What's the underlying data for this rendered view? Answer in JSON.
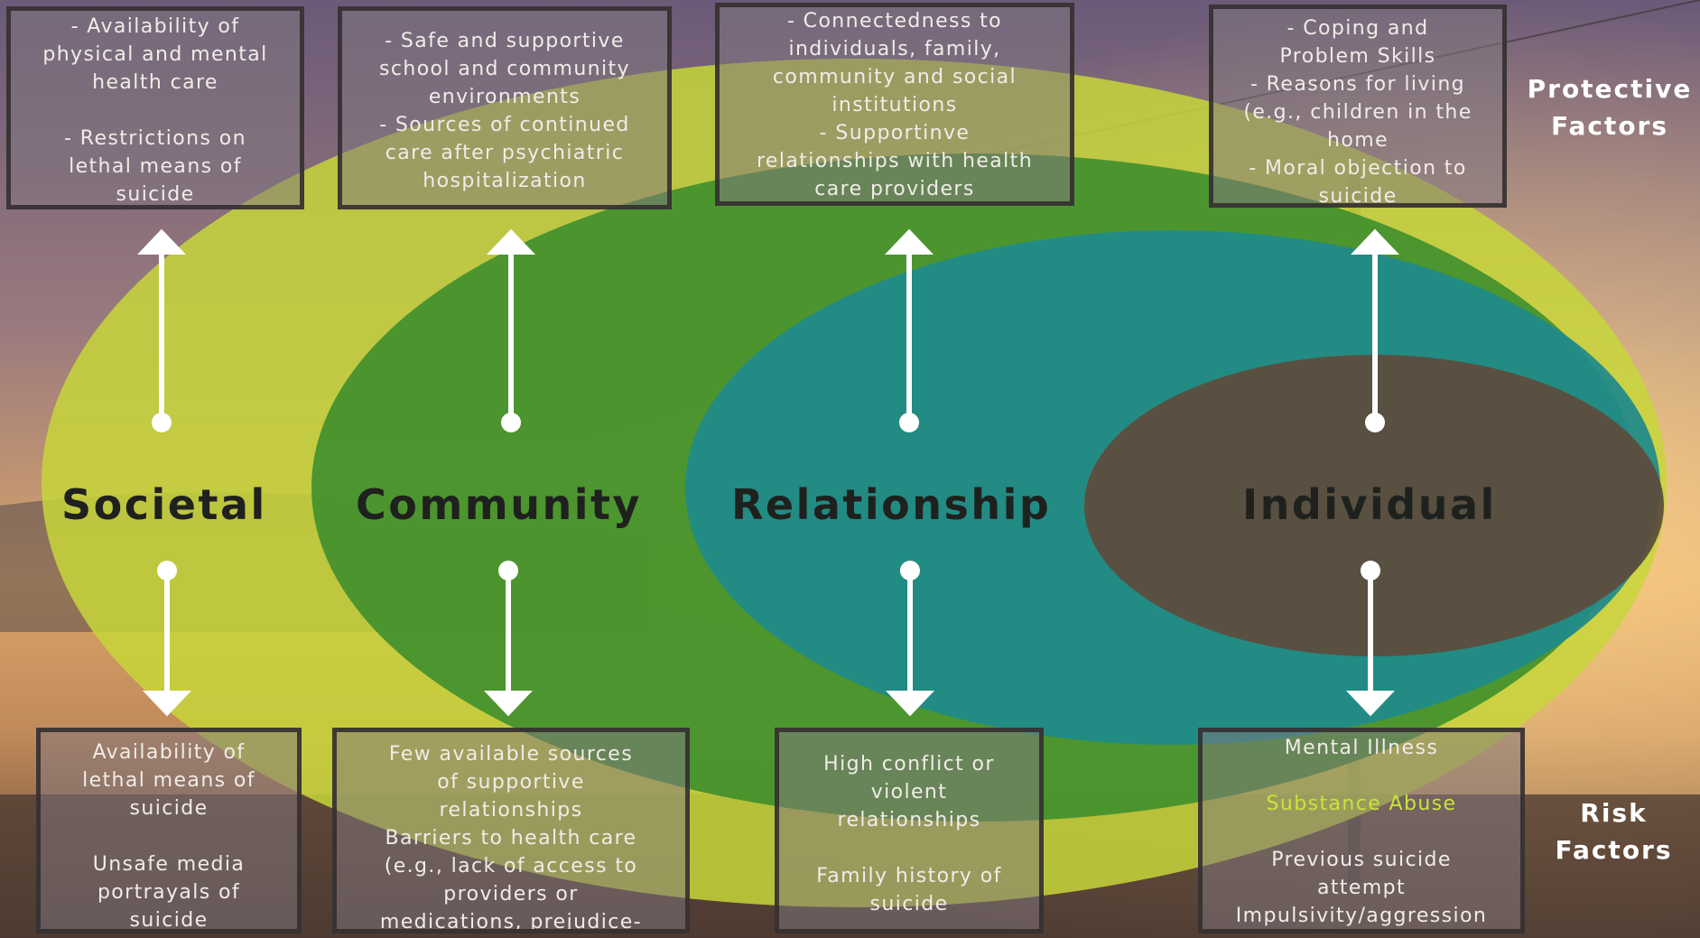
{
  "colors": {
    "societal_ring": "#c7d63a",
    "community_ring": "#3f8f2c",
    "relationship_ring": "#1f8a8a",
    "individual_core": "#5d4d3d",
    "arrow": "#ffffff"
  },
  "levels": {
    "societal": "Societal",
    "community": "Community",
    "relationship": "Relationship",
    "individual": "Individual"
  },
  "side_labels": {
    "protective": [
      "Protective",
      "Factors"
    ],
    "risk": [
      "Risk",
      "Factors"
    ]
  },
  "protective": {
    "societal": [
      "- Availability of",
      "physical and mental",
      "health care",
      "",
      "- Restrictions on",
      "lethal means of",
      "suicide"
    ],
    "community": [
      "- Safe and supportive",
      "school and community",
      "environments",
      "- Sources of continued",
      "care after psychiatric",
      "hospitalization"
    ],
    "relationship": [
      "- Connectedness to",
      "individuals, family,",
      "community and social",
      "institutions",
      "- Supportinve",
      "relationships with health",
      "care providers"
    ],
    "individual": [
      "- Coping and",
      "Problem Skills",
      "- Reasons for living",
      "(e.g., children in the",
      "home",
      "- Moral objection to",
      "suicide"
    ]
  },
  "risk": {
    "societal": [
      "Availability of",
      "lethal means of",
      "suicide",
      "",
      "Unsafe media",
      "portrayals of",
      "suicide"
    ],
    "community": [
      "Few available sources",
      "of supportive",
      "relationships",
      "Barriers to health care",
      "(e.g., lack of access to",
      "providers or",
      "medications, prejudice-"
    ],
    "relationship": [
      "High conflict or",
      "violent",
      "relationships",
      "",
      "Family history of",
      "suicide"
    ],
    "individual": [
      "Mental Illness",
      "",
      "Substance Abuse",
      "",
      "Previous suicide",
      "attempt",
      "Impulsivity/aggression"
    ]
  }
}
